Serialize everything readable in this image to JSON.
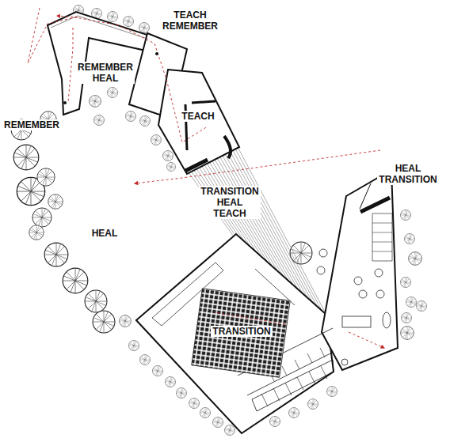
{
  "diagram": {
    "labels": [
      "TEACH REMEMBER",
      "REMEMBER HEAL",
      "REMEMBER",
      "TEACH",
      "TRANSITION HEAL TEACH",
      "HEAL",
      "TRANSITION",
      "HEAL TRANSITION"
    ]
  }
}
